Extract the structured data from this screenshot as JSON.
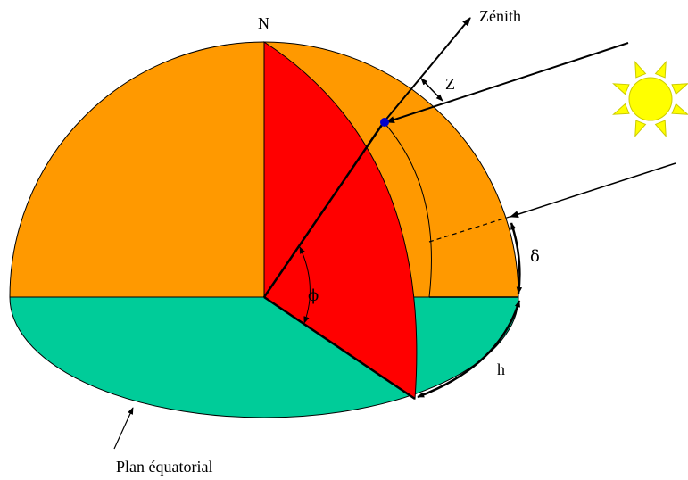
{
  "labels": {
    "north": "N",
    "zenith": "Zénith",
    "zenith_angle": "Z",
    "declination": "δ",
    "latitude": "ϕ",
    "hour_angle": "h",
    "equatorial_plane": "Plan équatorial"
  },
  "colors": {
    "upper_hemisphere": "#FF9900",
    "equatorial_disk": "#00CC99",
    "meridian_wedge": "#FF0000",
    "observer_point": "#0000CC",
    "sun": "#FFFF00",
    "sun_outline": "#CCCC00",
    "lines": "#000000"
  },
  "icons": {
    "sun": "sun-icon"
  }
}
